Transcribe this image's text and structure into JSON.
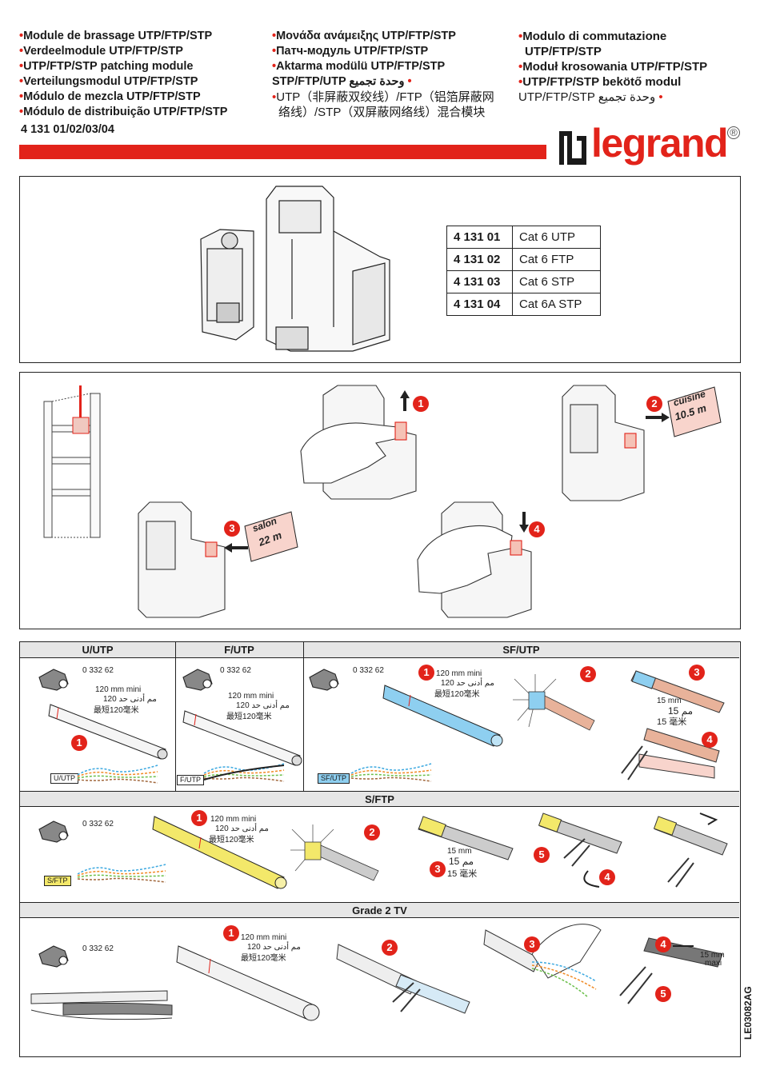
{
  "header": {
    "col1": [
      "Module de brassage UTP/FTP/STP",
      "Verdeelmodule UTP/FTP/STP",
      "UTP/FTP/STP patching module",
      "Verteilungsmodul UTP/FTP/STP",
      "Módulo de mezcla UTP/FTP/STP",
      "Módulo de distribuição UTP/FTP/STP"
    ],
    "references": "4 131 01/02/03/04",
    "col2": [
      "Μονάδα ανάμειξης UTP/FTP/STP",
      "Патч-модуль UTP/FTP/STP",
      "Aktarma modülü UTP/FTP/STP",
      "STP/FTP/UTP وحدة تجميع",
      "UTP（非屏蔽双绞线）/FTP（铝箔屏蔽网",
      "络线）/STP（双屏蔽网络线）混合模块"
    ],
    "col3": [
      "Modulo di commutazione",
      "UTP/FTP/STP",
      "Moduł krosowania UTP/FTP/STP",
      "UTP/FTP/STP bekötő modul",
      "UTP/FTP/STP وحدة تجميع"
    ]
  },
  "brand": {
    "name": "legrand",
    "registered": "®",
    "color": "#e2231a"
  },
  "product_table": [
    {
      "ref": "4 131 01",
      "desc": "Cat 6 UTP"
    },
    {
      "ref": "4 131 02",
      "desc": "Cat 6 FTP"
    },
    {
      "ref": "4 131 03",
      "desc": "Cat 6 STP"
    },
    {
      "ref": "4 131 04",
      "desc": "Cat 6A STP"
    }
  ],
  "install_steps": {
    "step1": "1",
    "step2": "2",
    "step3": "3",
    "step4": "4",
    "label_cuisine": "cuisine",
    "label_cuisine_len": "10.5 m",
    "label_salon": "salon",
    "label_salon_len": "22 m"
  },
  "cable_sections": {
    "utp": "U/UTP",
    "futp": "F/UTP",
    "sfutp": "SF/UTP",
    "sftp": "S/FTP",
    "tv": "Grade 2 TV"
  },
  "tool_ref": "0 332 62",
  "length_min": {
    "fr": "120 mm mini",
    "ar": "120 مم أدنى حد",
    "zh": "最短120毫米"
  },
  "strip_len": {
    "en": "15 mm",
    "ar": "15 مم",
    "zh": "15 毫米"
  },
  "tv_strip": {
    "val": "15 mm",
    "note": "maxi"
  },
  "cable_tags": {
    "utp": "U/UTP",
    "futp": "F/UTP",
    "sfutp": "SF/UTP",
    "sftp": "S/FTP"
  },
  "step_numbers": [
    "1",
    "2",
    "3",
    "4",
    "5"
  ],
  "doc_code": "LE03082AG"
}
